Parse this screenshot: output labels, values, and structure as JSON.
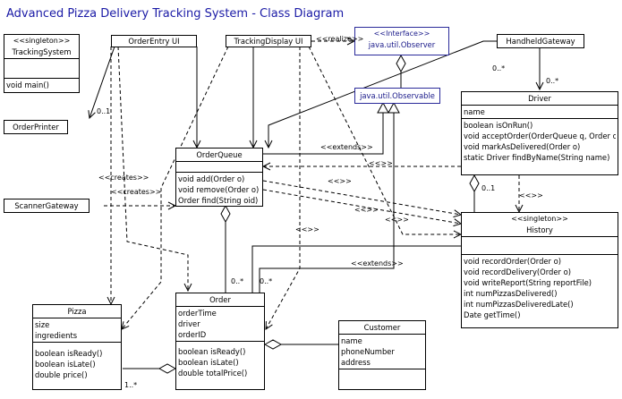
{
  "title": "Advanced Pizza Delivery Tracking System - Class Diagram",
  "classes": {
    "tracking_system": {
      "stereotype": "<<singleton>>",
      "name": "TrackingSystem",
      "attributes": [],
      "operations": [
        "void main()"
      ]
    },
    "order_entry_ui": {
      "name": "OrderEntry UI"
    },
    "tracking_display_ui": {
      "name": "TrackingDisplay UI"
    },
    "observer": {
      "stereotype": "<<Interface>>",
      "name": "java.util.Observer"
    },
    "observable": {
      "name": "java.util.Observable"
    },
    "handheld_gateway": {
      "name": "HandheldGateway"
    },
    "order_printer": {
      "name": "OrderPrinter"
    },
    "scanner_gateway": {
      "name": "ScannerGateway"
    },
    "driver": {
      "name": "Driver",
      "attributes": [
        "name"
      ],
      "operations": [
        "boolean isOnRun()",
        "void acceptOrder(OrderQueue q, Order o)",
        "void markAsDelivered(Order o)",
        "static Driver findByName(String name)"
      ]
    },
    "order_queue": {
      "name": "OrderQueue",
      "attributes": [],
      "operations": [
        "void add(Order o)",
        "void remove(Order o)",
        "Order find(String oid)"
      ]
    },
    "history": {
      "stereotype": "<<singleton>>",
      "name": "History",
      "attributes": [],
      "operations": [
        "void recordOrder(Order o)",
        "void recordDelivery(Order o)",
        "void writeReport(String reportFile)",
        "int numPizzasDelivered()",
        "int numPizzasDeliveredLate()",
        "Date getTime()"
      ]
    },
    "pizza": {
      "name": "Pizza",
      "attributes": [
        "size",
        "ingredients"
      ],
      "operations": [
        "boolean isReady()",
        "boolean isLate()",
        "double price()"
      ]
    },
    "order": {
      "name": "Order",
      "attributes": [
        "orderTime",
        "driver",
        "orderID"
      ],
      "operations": [
        "boolean isReady()",
        "boolean isLate()",
        "double totalPrice()"
      ]
    },
    "customer": {
      "name": "Customer",
      "attributes": [
        "name",
        "phoneNumber",
        "address"
      ]
    }
  },
  "labels": {
    "realize": "<<realize>>",
    "extends_1": "<<extends>>",
    "extends_2": "<<extends>>",
    "creates_1": "<<creates>>",
    "creates_2": "<<creates>>",
    "dep_1": "<<>>",
    "dep_2": "<<>>",
    "dep_3": "<<>>",
    "dep_4": "<<>>",
    "dep_5": "<<>>",
    "dep_6": "<<>>",
    "mult_printer": "0..1",
    "mult_handheld": "0..*",
    "mult_driver": "0..*",
    "mult_driver_hist": "0..1",
    "mult_queue_order": "0..*",
    "mult_order_right": "0..*",
    "mult_pizza": "1..*"
  }
}
